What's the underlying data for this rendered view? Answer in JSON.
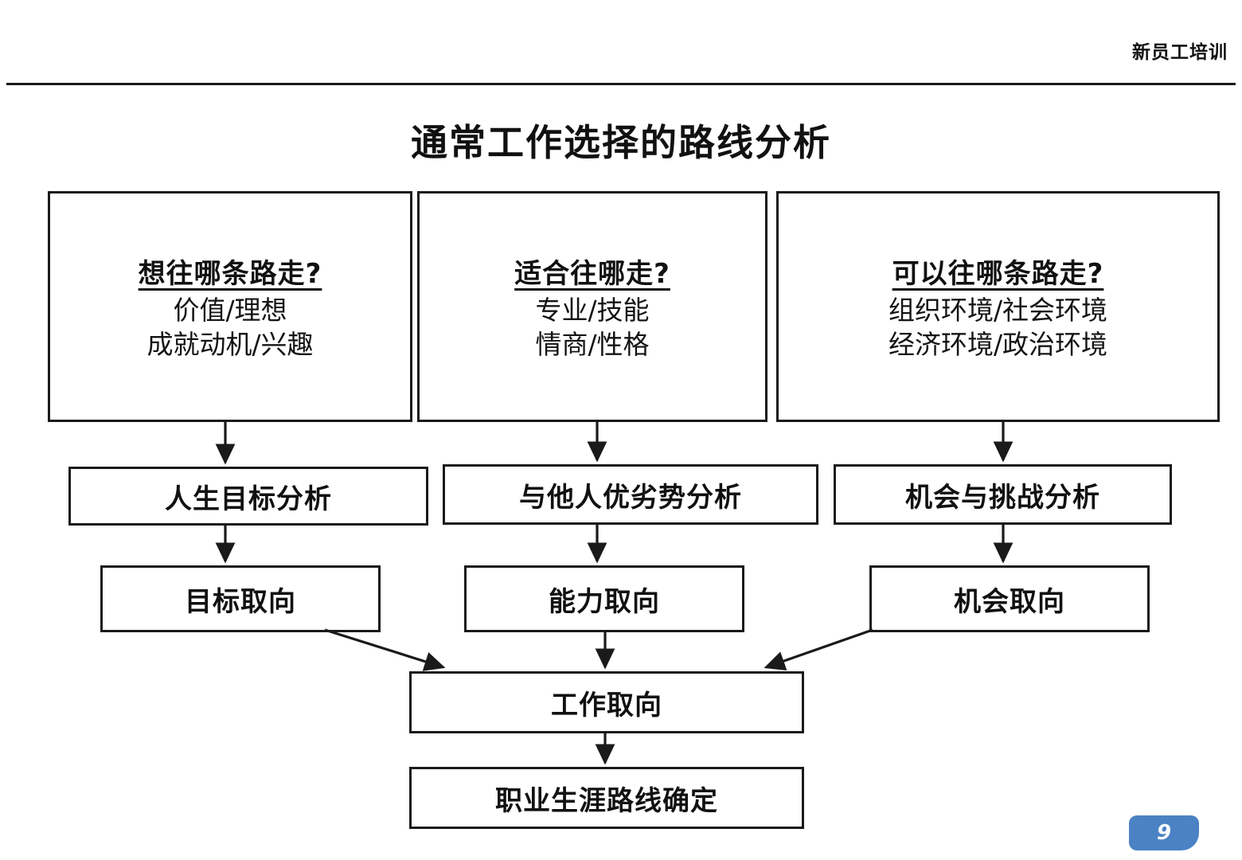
{
  "header": {
    "title": "新员工培训"
  },
  "slide": {
    "title": "通常工作选择的路线分析",
    "page_number": "9"
  },
  "colors": {
    "line": "#1a1a1a",
    "text": "#111111",
    "badge": "#4a82c4",
    "badge_text": "#ffffff",
    "background": "#ffffff"
  },
  "diagram": {
    "type": "flowchart",
    "inputs": [
      {
        "id": "want",
        "question": "想往哪条路走?",
        "lines": [
          "价值/理想",
          "成就动机/兴趣"
        ]
      },
      {
        "id": "fit",
        "question": "适合往哪走?",
        "lines": [
          "专业/技能",
          "情商/性格"
        ]
      },
      {
        "id": "can",
        "question": "可以往哪条路走?",
        "lines": [
          "组织环境/社会环境",
          "经济环境/政治环境"
        ]
      }
    ],
    "analyses": [
      {
        "id": "life-goal",
        "label": "人生目标分析"
      },
      {
        "id": "compare",
        "label": "与他人优劣势分析"
      },
      {
        "id": "chance",
        "label": "机会与挑战分析"
      }
    ],
    "orientations": [
      {
        "id": "goal-orient",
        "label": "目标取向"
      },
      {
        "id": "ability-orient",
        "label": "能力取向"
      },
      {
        "id": "chance-orient",
        "label": "机会取向"
      }
    ],
    "result": {
      "id": "work-orient",
      "label": "工作取向"
    },
    "conclusion": {
      "id": "career",
      "label": "职业生涯路线确定"
    },
    "connections": [
      {
        "from": "want",
        "to": "life-goal",
        "style": "vertical-arrow"
      },
      {
        "from": "fit",
        "to": "compare",
        "style": "vertical-arrow"
      },
      {
        "from": "can",
        "to": "chance",
        "style": "vertical-arrow"
      },
      {
        "from": "life-goal",
        "to": "goal-orient",
        "style": "vertical-arrow"
      },
      {
        "from": "compare",
        "to": "ability-orient",
        "style": "vertical-arrow"
      },
      {
        "from": "chance",
        "to": "chance-orient",
        "style": "vertical-arrow"
      },
      {
        "from": "goal-orient",
        "to": "work-orient",
        "style": "diagonal-arrow"
      },
      {
        "from": "ability-orient",
        "to": "work-orient",
        "style": "vertical-arrow"
      },
      {
        "from": "chance-orient",
        "to": "work-orient",
        "style": "diagonal-arrow"
      },
      {
        "from": "work-orient",
        "to": "career",
        "style": "vertical-arrow"
      }
    ]
  }
}
